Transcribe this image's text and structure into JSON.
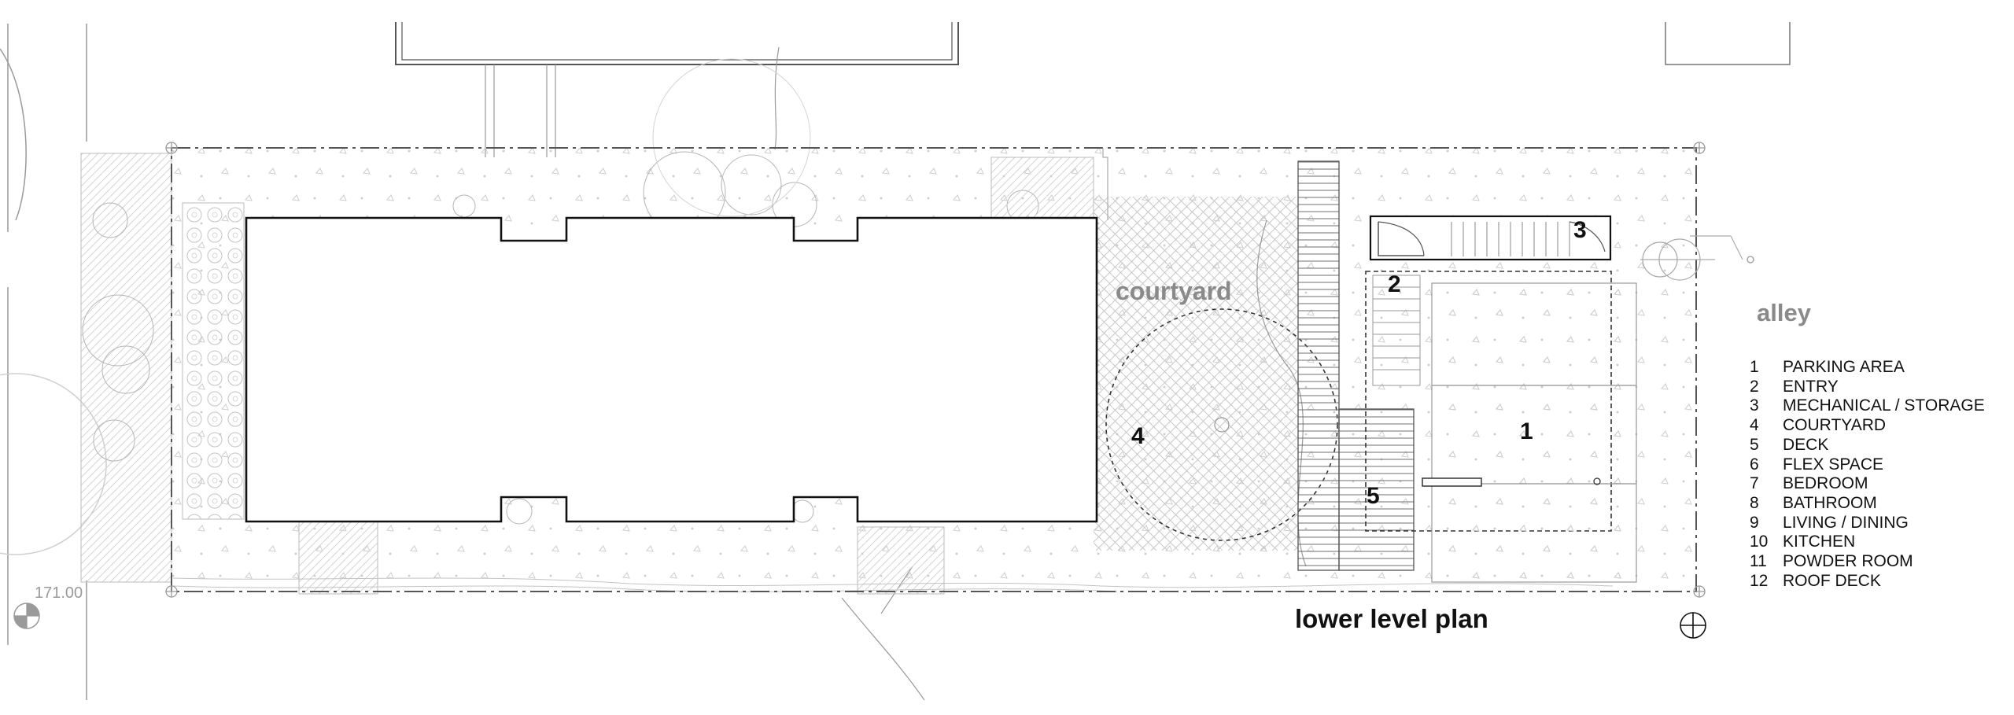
{
  "plan": {
    "title": "lower level plan",
    "courtyard_label": "courtyard",
    "alley_label": "alley",
    "elevation_mark": "171.00",
    "area_numbers": {
      "n1": "1",
      "n2": "2",
      "n3": "3",
      "n4": "4",
      "n5": "5"
    }
  },
  "legend": [
    {
      "num": "1",
      "label": "PARKING AREA"
    },
    {
      "num": "2",
      "label": "ENTRY"
    },
    {
      "num": "3",
      "label": "MECHANICAL / STORAGE"
    },
    {
      "num": "4",
      "label": "COURTYARD"
    },
    {
      "num": "5",
      "label": "DECK"
    },
    {
      "num": "6",
      "label": "FLEX SPACE"
    },
    {
      "num": "7",
      "label": "BEDROOM"
    },
    {
      "num": "8",
      "label": "BATHROOM"
    },
    {
      "num": "9",
      "label": "LIVING / DINING"
    },
    {
      "num": "10",
      "label": "KITCHEN"
    },
    {
      "num": "11",
      "label": "POWDER ROOM"
    },
    {
      "num": "12",
      "label": "ROOF DECK"
    }
  ],
  "colors": {
    "line": "#111111",
    "light_line": "#a8a8a8",
    "label_gray": "#8a8a8a"
  }
}
